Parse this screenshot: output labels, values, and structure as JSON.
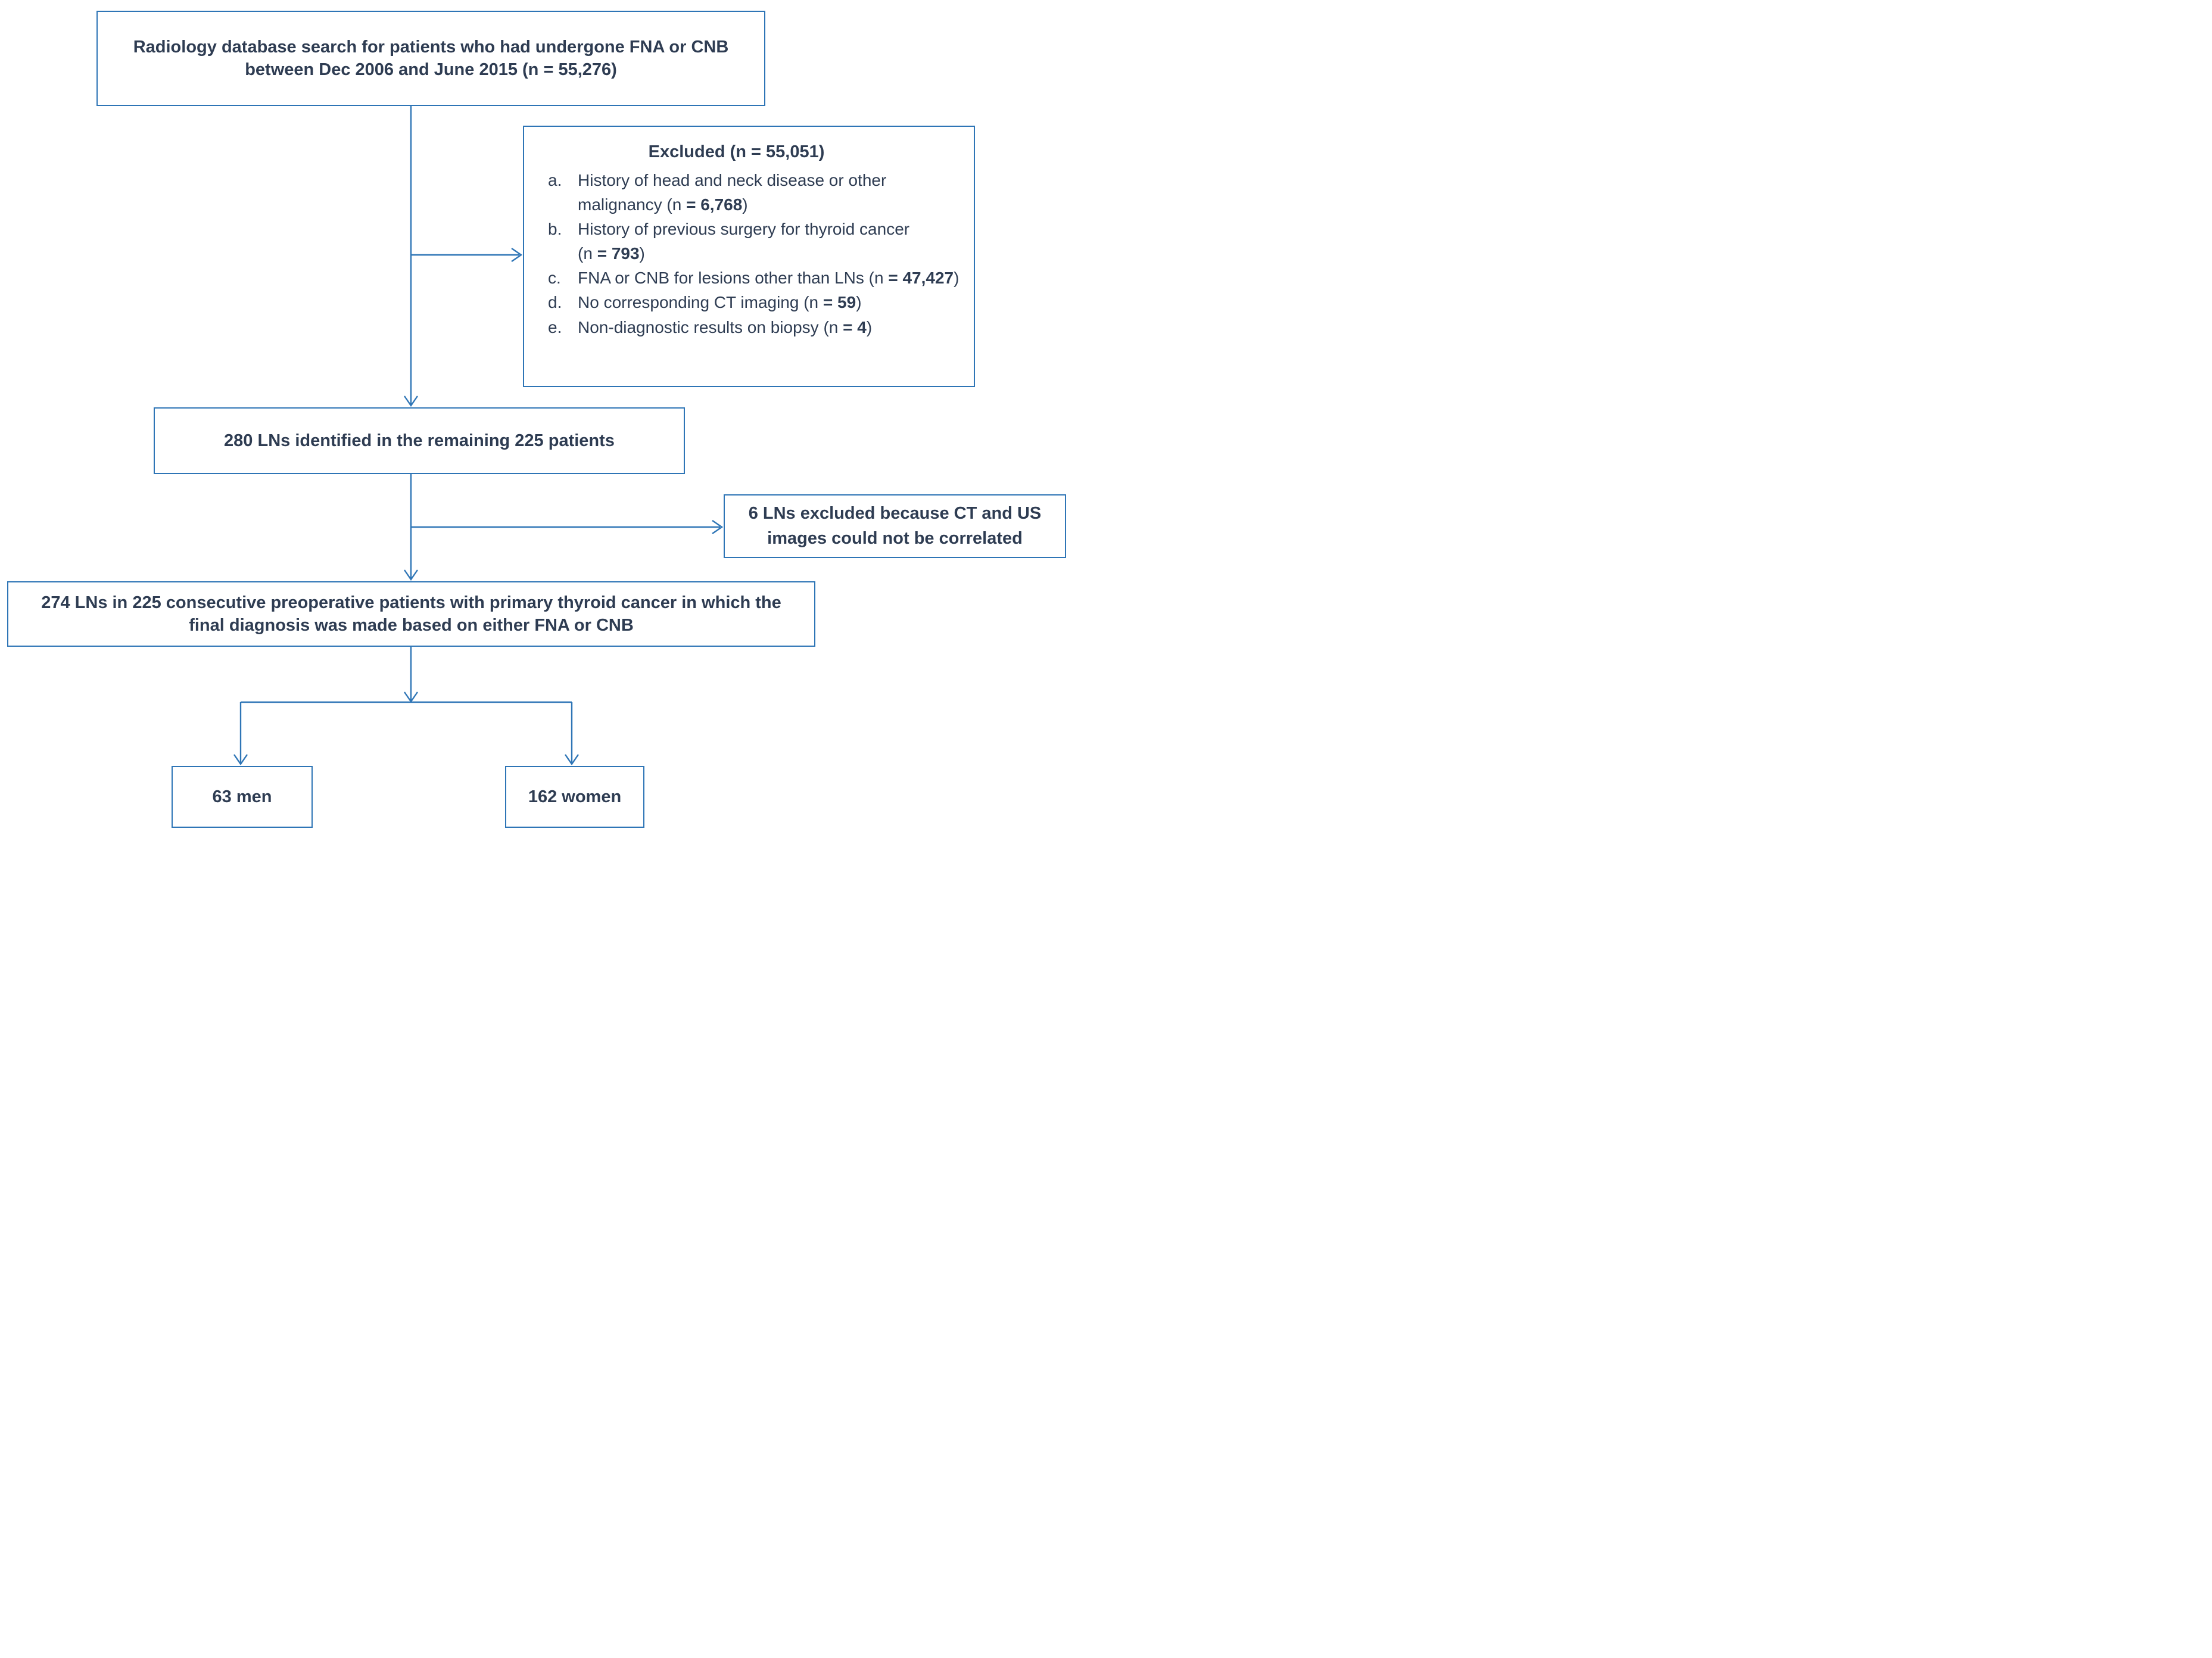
{
  "figure": {
    "kind": "patient-selection-flowchart"
  },
  "colors": {
    "line": "#2E75B6",
    "ink": "#2E3C52",
    "bg": "#FFFFFF"
  },
  "boxes": {
    "database_search": {
      "text": "Radiology database search for patients who had undergone FNA or CNB between Dec 2006 and June 2015 (n = 55,276)"
    },
    "excluded": {
      "title": "Excluded (n = 55,051)",
      "items": [
        {
          "label": "a.",
          "text": "History of head and neck disease or other malignancy ",
          "n_pre": "(n ",
          "n_bold": "= 6,768",
          "n_post": ")"
        },
        {
          "label": "b.",
          "text": "History of previous surgery for thyroid cancer ",
          "n_pre": "(n ",
          "n_bold": "= 793",
          "n_post": ")"
        },
        {
          "label": "c.",
          "text": "FNA or CNB for lesions other than LNs ",
          "n_pre": "(n ",
          "n_bold": "= 47,427",
          "n_post": ")"
        },
        {
          "label": "d.",
          "text": "No corresponding CT imaging ",
          "n_pre": "(n ",
          "n_bold": "= 59",
          "n_post": ")"
        },
        {
          "label": "e.",
          "text": "Non-diagnostic results on biopsy ",
          "n_pre": "(n ",
          "n_bold": "= 4",
          "n_post": ")"
        }
      ]
    },
    "identified": {
      "text": "280 LNs identified in the remaining 225 patients"
    },
    "correlation_excluded": {
      "text": "6 LNs excluded because CT and US images could not be correlated"
    },
    "final_cohort": {
      "text": "274 LNs in 225 consecutive preoperative patients with primary thyroid cancer in which the final diagnosis was made based on either FNA or CNB"
    },
    "men": {
      "text": "63 men"
    },
    "women": {
      "text": "162 women"
    }
  }
}
